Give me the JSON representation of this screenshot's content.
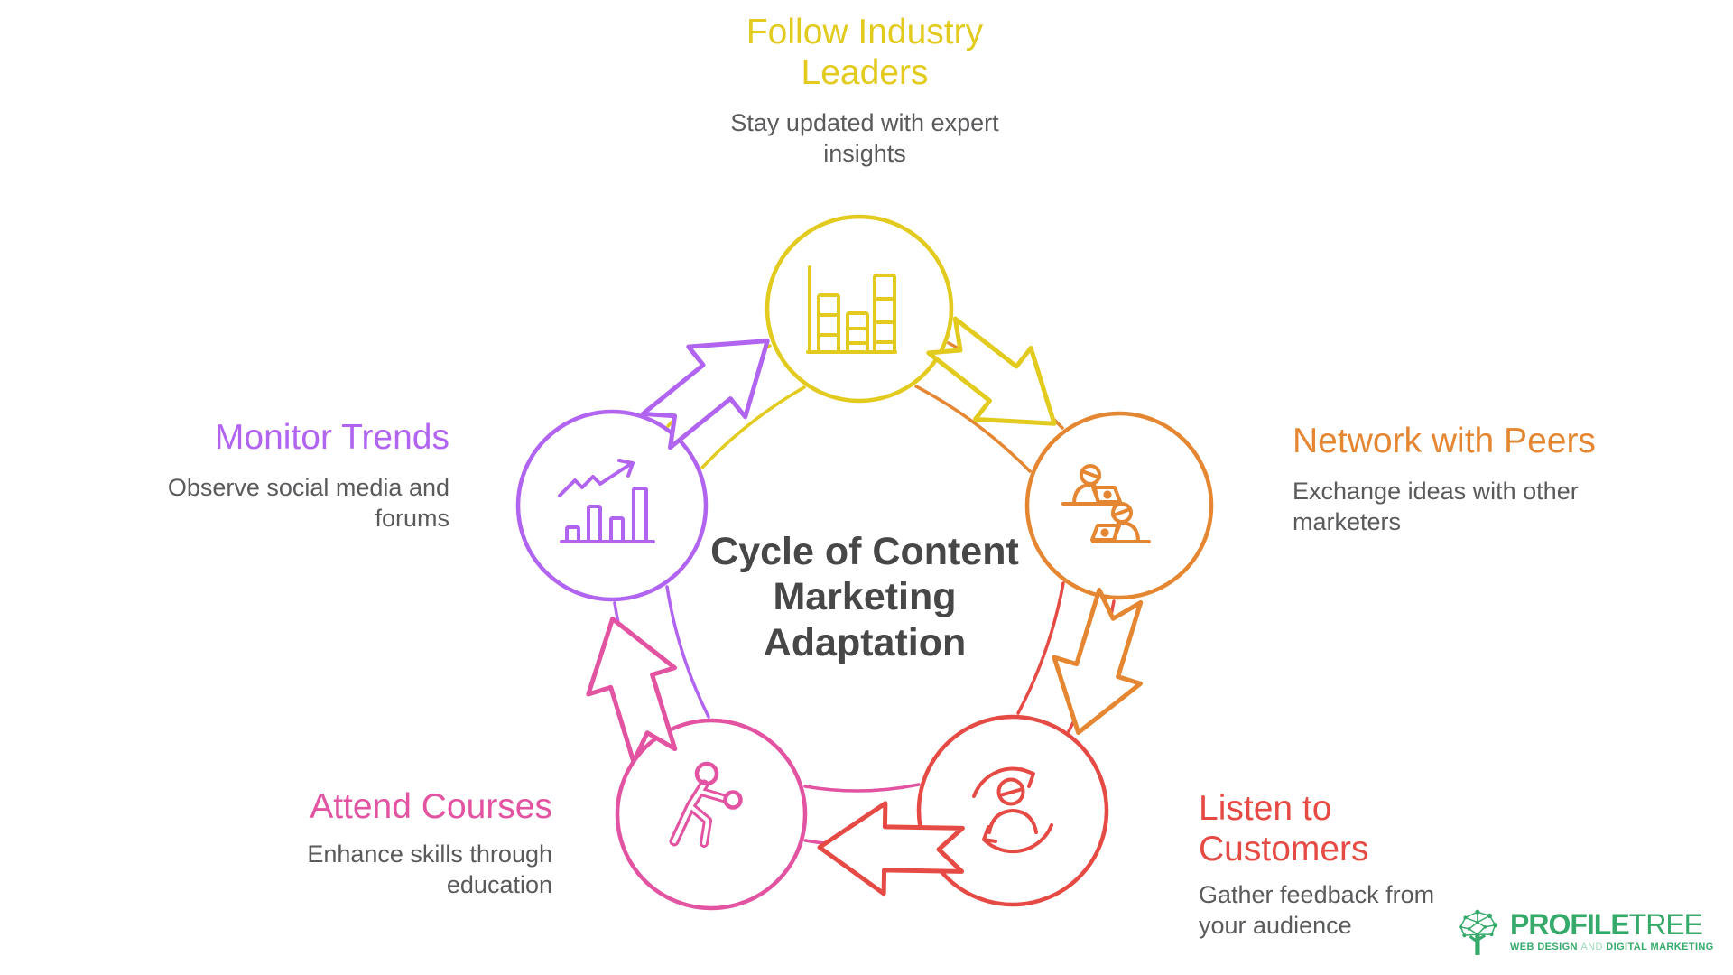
{
  "title": "Cycle of Content Marketing Adaptation",
  "nodes": [
    {
      "id": "follow-industry-leaders",
      "label": "Follow Industry Leaders",
      "description": "Stay updated with expert insights",
      "color": "#e2cb1e",
      "icon": "bar-chart-icon"
    },
    {
      "id": "network-with-peers",
      "label": "Network with Peers",
      "description": "Exchange ideas with other marketers",
      "color": "#e58732",
      "icon": "people-at-laptops-icon"
    },
    {
      "id": "listen-to-customers",
      "label": "Listen to Customers",
      "description": "Gather feedback from your audience",
      "color": "#e54b44",
      "icon": "customer-feedback-loop-icon"
    },
    {
      "id": "attend-courses",
      "label": "Attend Courses",
      "description": "Enhance skills through education",
      "color": "#e253a1",
      "icon": "training-person-icon"
    },
    {
      "id": "monitor-trends",
      "label": "Monitor Trends",
      "description": "Observe social media and forums",
      "color": "#b164f0",
      "icon": "trend-growth-chart-icon"
    }
  ],
  "flow_order": [
    "follow-industry-leaders",
    "network-with-peers",
    "listen-to-customers",
    "attend-courses",
    "monitor-trends"
  ],
  "logo": {
    "brand_primary": "PROFILE",
    "brand_secondary": "TREE",
    "tagline_part1": "WEB DESIGN",
    "tagline_and": "AND",
    "tagline_part2": "DIGITAL MARKETING"
  },
  "colors": {
    "yellow": "#e2cb1e",
    "orange": "#e58732",
    "red": "#e54b44",
    "pink": "#e253a1",
    "purple": "#b164f0",
    "green": "#35aa6a",
    "green_light": "#9ad9b8",
    "text_gray": "#595a5c",
    "title_dark": "#474747",
    "background": "#ffffff"
  }
}
